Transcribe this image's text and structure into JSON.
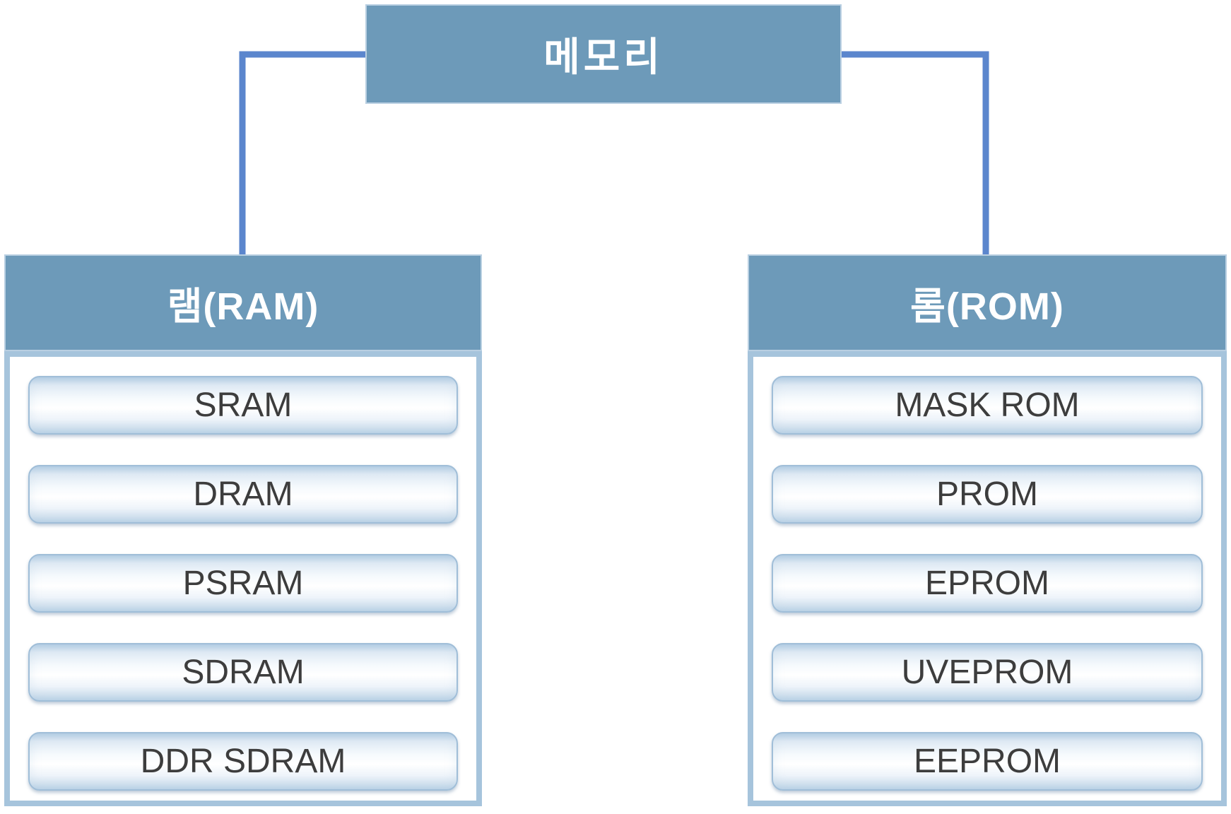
{
  "diagram": {
    "root": {
      "label": "메모리"
    },
    "branches": [
      {
        "title": "램(RAM)",
        "items": [
          "SRAM",
          "DRAM",
          "PSRAM",
          "SDRAM",
          "DDR SDRAM"
        ]
      },
      {
        "title": "롬(ROM)",
        "items": [
          "MASK ROM",
          "PROM",
          "EPROM",
          "UVEPROM",
          "EEPROM"
        ]
      }
    ],
    "colors": {
      "header_fill": "#6d9ab9",
      "header_border": "#bad0e2",
      "header_text": "#ffffff",
      "connector": "#5b86cd",
      "panel_border": "#a6c4dc",
      "item_border": "#a0bed8",
      "item_text": "#3d3d3d"
    }
  }
}
